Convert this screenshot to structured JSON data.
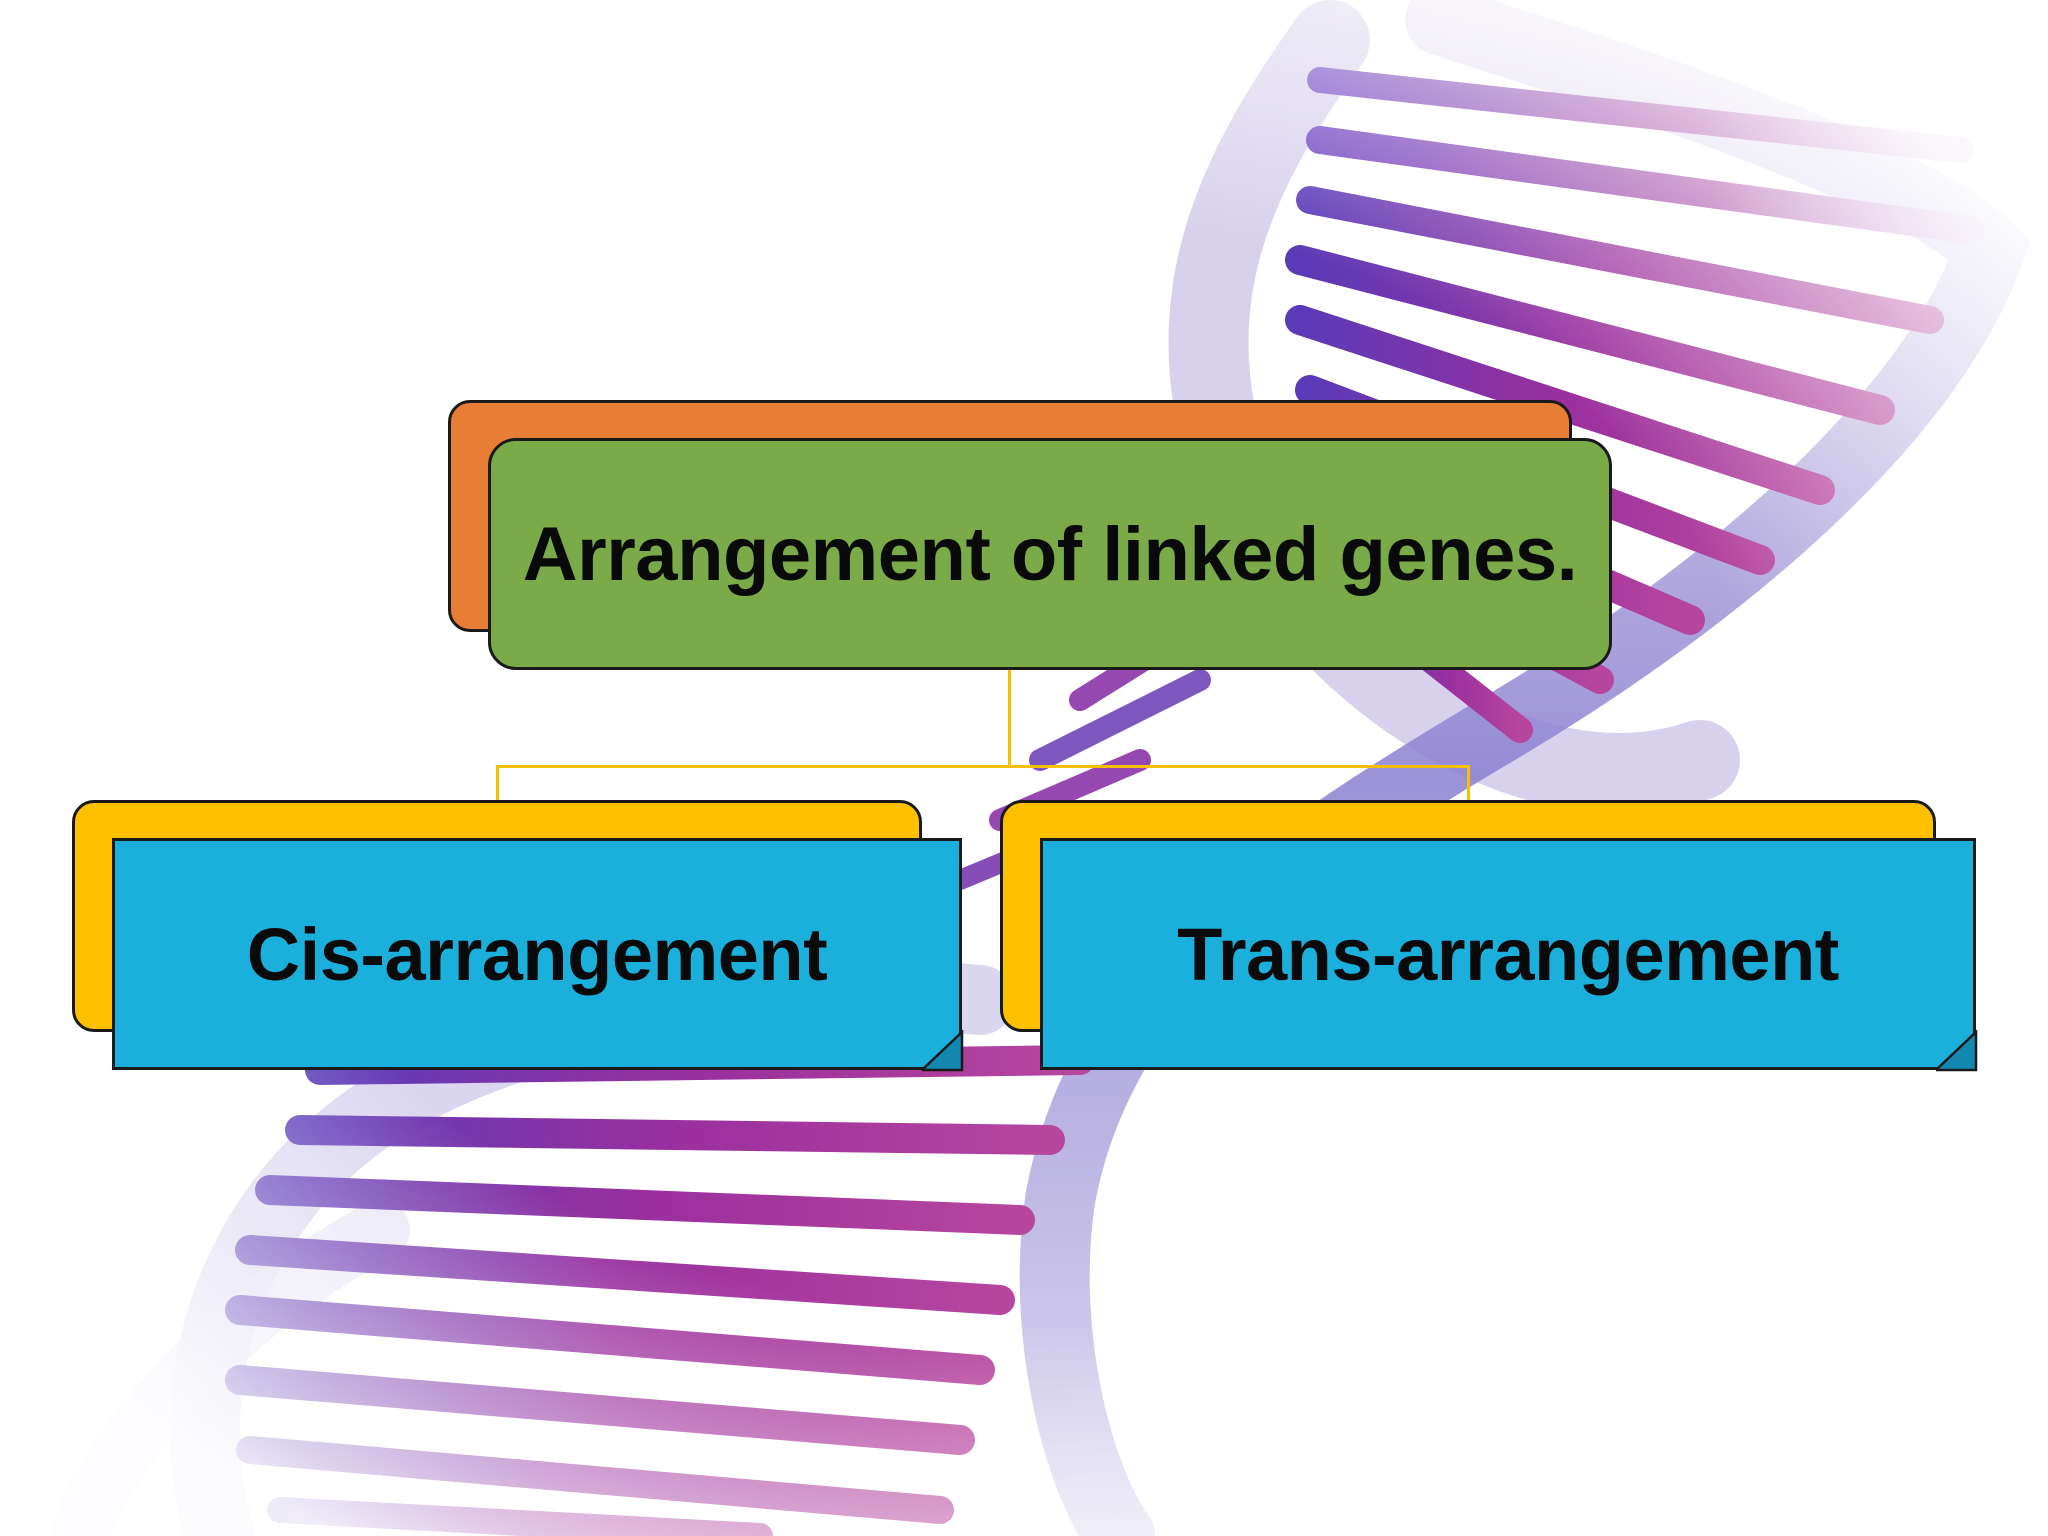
{
  "diagram": {
    "root": {
      "label": "Arrangement of linked genes.",
      "front_color": "#7aab48",
      "back_color": "#e87e35"
    },
    "children": [
      {
        "label": "Cis-arrangement",
        "front_color": "#1bb0dc",
        "back_color": "#ffc000"
      },
      {
        "label": "Trans-arrangement",
        "front_color": "#1bb0dc",
        "back_color": "#ffc000"
      }
    ],
    "connector_color": "#f5c000"
  },
  "background": {
    "icon": "dna-double-helix-icon",
    "colors": [
      "#7b2d9a",
      "#a52a8c",
      "#4b3fae",
      "#c9a6d8"
    ]
  }
}
